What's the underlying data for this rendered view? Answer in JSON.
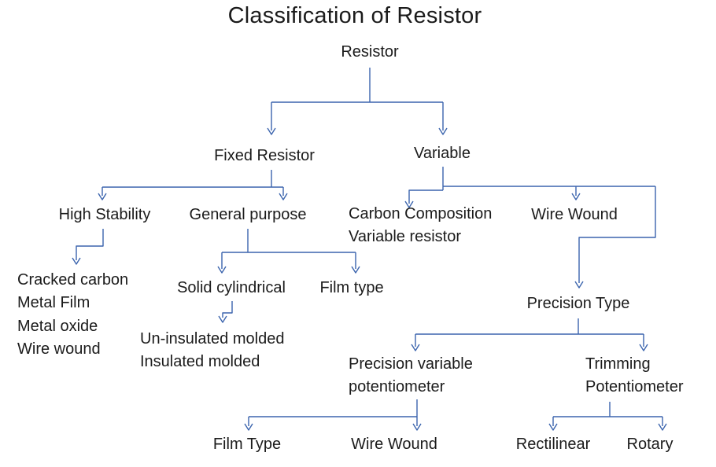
{
  "title": "Classification of Resistor",
  "colors": {
    "line": "#3b64ad",
    "text": "#1b1b1b",
    "background": "#ffffff"
  },
  "nodes": {
    "resistor": {
      "label": "Resistor"
    },
    "fixed_resistor": {
      "label": "Fixed Resistor"
    },
    "variable": {
      "label": "Variable"
    },
    "high_stability": {
      "label": "High Stability"
    },
    "general_purpose": {
      "label": "General purpose"
    },
    "carbon_composition": {
      "line1": "Carbon Composition",
      "line2": "Variable resistor"
    },
    "wire_wound_variable": {
      "label": "Wire Wound"
    },
    "high_stability_types": {
      "items": [
        "Cracked carbon",
        "Metal Film",
        "Metal oxide",
        "Wire wound"
      ]
    },
    "solid_cylindrical": {
      "label": "Solid cylindrical"
    },
    "film_type_general": {
      "label": "Film type"
    },
    "molded_types": {
      "items": [
        "Un-insulated molded",
        "Insulated molded"
      ]
    },
    "precision_type": {
      "label": "Precision Type"
    },
    "precision_variable_potentiometer": {
      "line1": "Precision variable",
      "line2": "potentiometer"
    },
    "trimming_potentiometer": {
      "line1": "Trimming",
      "line2": "Potentiometer"
    },
    "film_type_potentiometer": {
      "label": "Film Type"
    },
    "wire_wound_potentiometer": {
      "label": "Wire Wound"
    },
    "rectilinear": {
      "label": "Rectilinear"
    },
    "rotary": {
      "label": "Rotary"
    }
  },
  "edges": [
    {
      "from": "Resistor",
      "to": "Fixed Resistor"
    },
    {
      "from": "Resistor",
      "to": "Variable"
    },
    {
      "from": "Fixed Resistor",
      "to": "High Stability"
    },
    {
      "from": "Fixed Resistor",
      "to": "General purpose"
    },
    {
      "from": "High Stability",
      "to": "Cracked carbon"
    },
    {
      "from": "High Stability",
      "to": "Metal Film"
    },
    {
      "from": "High Stability",
      "to": "Metal oxide"
    },
    {
      "from": "High Stability",
      "to": "Wire wound"
    },
    {
      "from": "General purpose",
      "to": "Solid cylindrical"
    },
    {
      "from": "General purpose",
      "to": "Film type"
    },
    {
      "from": "Solid cylindrical",
      "to": "Un-insulated molded"
    },
    {
      "from": "Solid cylindrical",
      "to": "Insulated molded"
    },
    {
      "from": "Variable",
      "to": "Carbon Composition Variable resistor"
    },
    {
      "from": "Variable",
      "to": "Wire Wound"
    },
    {
      "from": "Wire Wound",
      "to": "Precision Type"
    },
    {
      "from": "Precision Type",
      "to": "Precision variable potentiometer"
    },
    {
      "from": "Precision Type",
      "to": "Trimming Potentiometer"
    },
    {
      "from": "Precision variable potentiometer",
      "to": "Film Type"
    },
    {
      "from": "Precision variable potentiometer",
      "to": "Wire Wound"
    },
    {
      "from": "Trimming Potentiometer",
      "to": "Rectilinear"
    },
    {
      "from": "Trimming Potentiometer",
      "to": "Rotary"
    }
  ]
}
